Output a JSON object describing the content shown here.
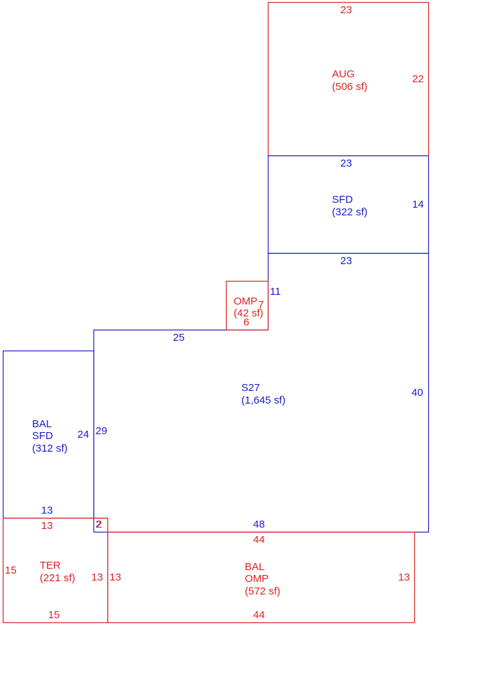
{
  "colors": {
    "red": "#dd2222",
    "blue": "#1a1acc"
  },
  "areas": {
    "aug": {
      "line1": "AUG",
      "area": "(506 sf)",
      "top": "23",
      "right": "22"
    },
    "sfd_upper": {
      "line1": "SFD",
      "area": "(322 sf)",
      "top": "23",
      "right": "14"
    },
    "s27": {
      "line1": "S27",
      "area": "(1,645 sf)",
      "top_right": "23",
      "top_left": "25",
      "right": "40",
      "bottom": "48",
      "left": "29",
      "notch": "11"
    },
    "omp_small": {
      "line1": "OMP",
      "area": "(42 sf)",
      "right": "7",
      "bottom": "6"
    },
    "bal_sfd": {
      "line1": "BAL",
      "line2": "SFD",
      "area": "(312 sf)",
      "right": "24",
      "bottom": "13",
      "corner": "2"
    },
    "ter": {
      "line1": "TER",
      "area": "(221 sf)",
      "top": "13",
      "left": "15",
      "right": "13",
      "bottom": "15",
      "corner": "2"
    },
    "bal_omp": {
      "line1": "BAL",
      "line2": "OMP",
      "area": "(572 sf)",
      "top": "44",
      "left": "13",
      "right": "13",
      "bottom": "44"
    }
  }
}
